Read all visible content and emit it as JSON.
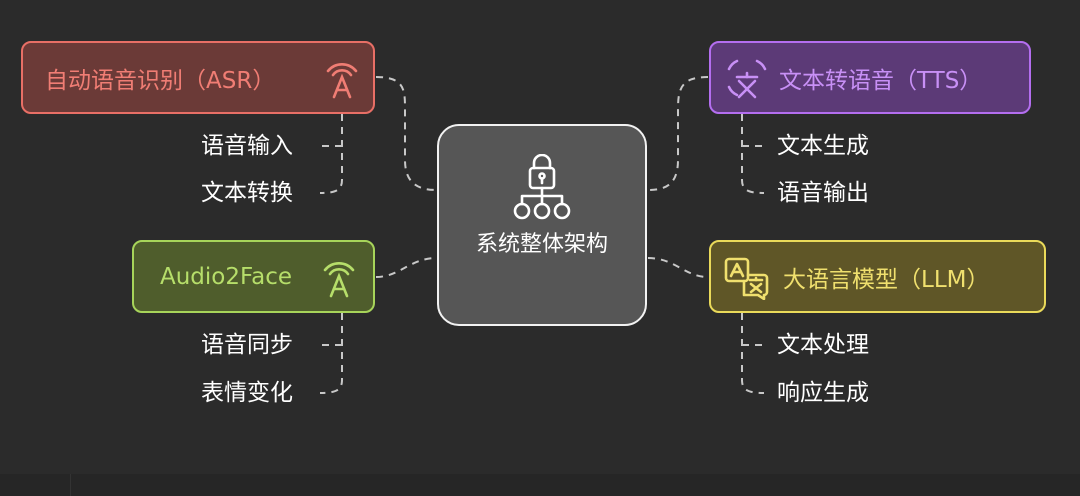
{
  "center": {
    "label": "系统整体架构",
    "icon": "hierarchy-lock-icon"
  },
  "branches": {
    "asr": {
      "label": "自动语音识别（ASR）",
      "icon": "antenna-a-icon",
      "color": "#e86f66",
      "children": [
        "语音输入",
        "文本转换"
      ]
    },
    "tts": {
      "label": "文本转语音（TTS）",
      "icon": "text-to-speech-icon",
      "color": "#b46ef0",
      "children": [
        "文本生成",
        "语音输出"
      ]
    },
    "a2f": {
      "label": "Audio2Face",
      "icon": "antenna-a-icon",
      "color": "#a7d45a",
      "children": [
        "语音同步",
        "表情变化"
      ]
    },
    "llm": {
      "label": "大语言模型（LLM）",
      "icon": "translate-icon",
      "color": "#eada5a",
      "children": [
        "文本处理",
        "响应生成"
      ]
    }
  }
}
